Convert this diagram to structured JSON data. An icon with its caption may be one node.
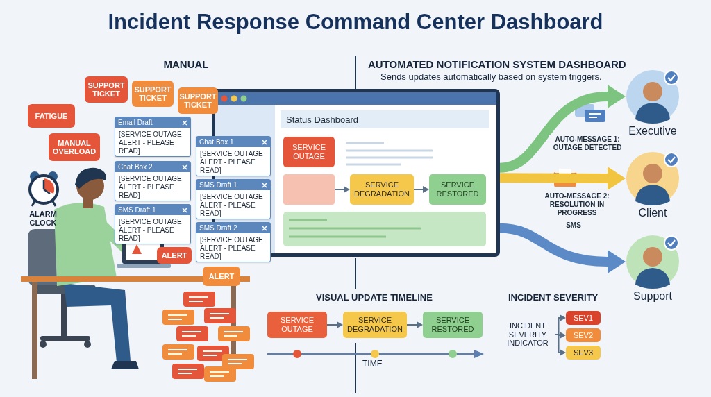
{
  "diagram": {
    "title": "Incident Response Command Center Dashboard",
    "nodes": [
      {
        "text": [
          "FATIGUE"
        ]
      },
      {
        "text": [
          "SUPPORT TICKET"
        ]
      },
      {
        "text": [
          "SUPPORT TICKET"
        ]
      },
      {
        "text": [
          "SUPPORT TICKET"
        ]
      },
      {
        "text": [
          "MANUAL OVERLOAD"
        ]
      },
      {
        "text": [
          "Email Draft",
          "[SERVICE OUTAGE ALERT - PLEASE READ]"
        ]
      },
      {
        "text": [
          "Chat Box 1",
          "[SERVICE OUTAGE ALERT - PLEASE READ]"
        ]
      },
      {
        "text": [
          "Chat Box 2",
          "[SERVICE OUTAGE ALERT - PLEASE READ]"
        ]
      },
      {
        "text": [
          "SMS Draft 1",
          "[SERVICE OUTAGE ALERT - PLEASE READ]"
        ]
      },
      {
        "text": [
          "SMS Draft 1",
          "[SERVICE OUTAGE ALERT - PLEASE READ]"
        ]
      },
      {
        "text": [
          "SMS Draft 2",
          "[SERVICE OUTAGE ALERT - PLEASE READ]"
        ]
      },
      {
        "text": [
          "ALERT"
        ]
      },
      {
        "text": [
          "ALERT"
        ]
      },
      {
        "text": [
          "Status Dashboard"
        ]
      },
      {
        "text": [
          "SERVICE OUTAGE"
        ],
        "in": 13
      },
      {
        "text": [],
        "shape": "box",
        "in": 13
      },
      {
        "text": [
          "SERVICE DEGRADATION"
        ],
        "in": 13
      },
      {
        "text": [
          "SERVICE RESTORED"
        ],
        "in": 13
      },
      {
        "text": [
          "Executive"
        ]
      },
      {
        "text": [
          "Client"
        ]
      },
      {
        "text": [
          "Support"
        ]
      },
      {
        "text": [
          "SERVICE OUTAGE"
        ]
      },
      {
        "text": [
          "SERVICE DEGRADATION"
        ]
      },
      {
        "text": [
          "SERVICE RESTORED"
        ]
      },
      {
        "text": [
          "INCIDENT SEVERITY INDICATOR"
        ]
      },
      {
        "text": [
          "SEV1"
        ]
      },
      {
        "text": [
          "SEV2"
        ]
      },
      {
        "text": [
          "SEV3"
        ]
      }
    ],
    "edges": [
      {
        "from": 15,
        "to": 16,
        "arrow": "to"
      },
      {
        "from": 16,
        "to": 17,
        "arrow": "to"
      },
      {
        "from": 13,
        "to": 18,
        "arrow": "to",
        "label": "AUTO-MESSAGE 1: OUTAGE DETECTED",
        "style": "thick",
        "color": "#7cc47f"
      },
      {
        "from": 13,
        "to": 19,
        "arrow": "to",
        "label": "AUTO-MESSAGE 2: RESOLUTION IN PROGRESS",
        "style": "thick",
        "color": "#f2c541"
      },
      {
        "from": 13,
        "to": 20,
        "arrow": "to",
        "label": "SMS",
        "style": "thick",
        "color": "#5b8ac6"
      },
      {
        "from": 21,
        "to": 22,
        "arrow": "to"
      },
      {
        "from": 22,
        "to": 23,
        "arrow": "to"
      },
      {
        "from": 24,
        "to": 25,
        "arrow": "to"
      },
      {
        "from": 24,
        "to": 26,
        "arrow": "to"
      },
      {
        "from": 24,
        "to": 27,
        "arrow": "to"
      }
    ],
    "labels": [
      "MANUAL",
      "AUTOMATED NOTIFICATION SYSTEM DASHBOARD",
      "Sends updates automatically based on system triggers.",
      "ALARM CLOCK",
      "VISUAL UPDATE TIMELINE",
      "INCIDENT SEVERITY",
      "TIME"
    ]
  }
}
